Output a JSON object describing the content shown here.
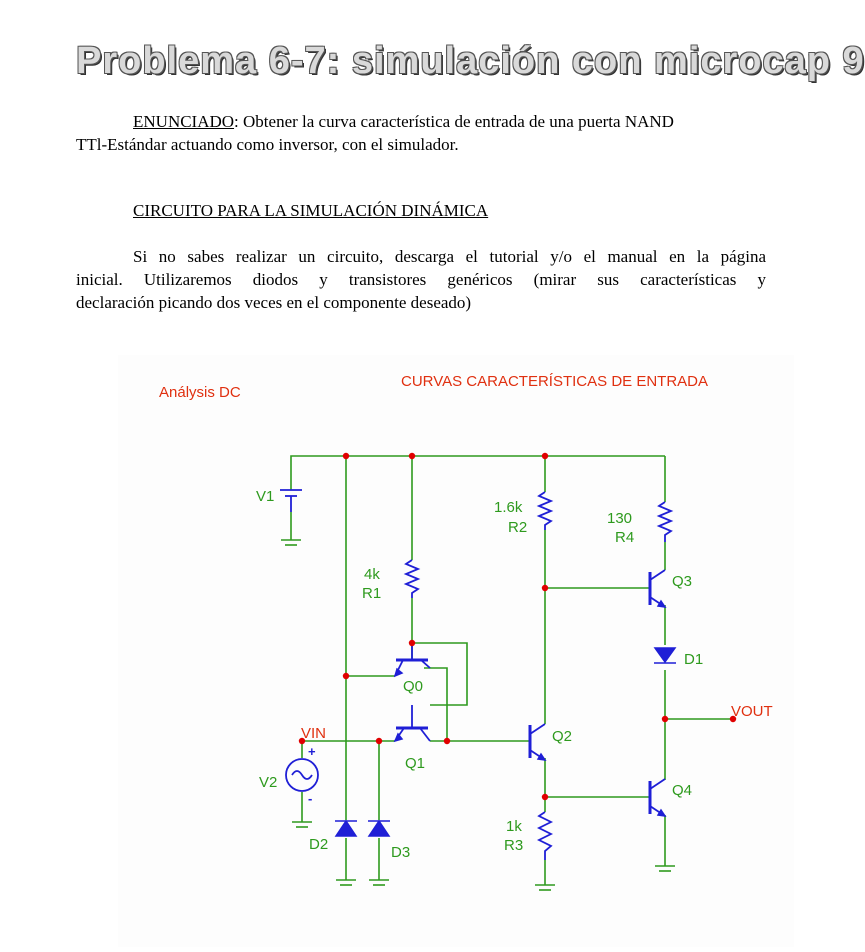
{
  "title": "Problema 6-7: simulación con microcap 9",
  "enunciado": {
    "label": "ENUNCIADO",
    "text": ": Obtener la curva característica de entrada de una puerta NAND",
    "text2": "TTl-Estándar  actuando como inversor, con el simulador."
  },
  "section_heading": "CIRCUITO PARA LA SIMULACIÓN DINÁMICA",
  "intro": {
    "line1": "Si no sabes realizar un circuito, descarga el tutorial y/o el manual en la página",
    "line2": "inicial. Utilizaremos diodos y transistores genéricos (mirar sus características y",
    "line3": "declaración picando dos veces en el  componente deseado)"
  },
  "schematic": {
    "analysis_label": "Análysis DC",
    "curves_label": "CURVAS CARACTERÍSTICAS DE ENTRADA",
    "labels": {
      "v1": "V1",
      "v2": "V2",
      "r1_value": "4k",
      "r1": "R1",
      "r2_value": "1.6k",
      "r2": "R2",
      "r3_value": "1k",
      "r3": "R3",
      "r4_value": "130",
      "r4": "R4",
      "q0": "Q0",
      "q1": "Q1",
      "q2": "Q2",
      "q3": "Q3",
      "q4": "Q4",
      "d1": "D1",
      "d2": "D2",
      "d3": "D3",
      "vin": "VIN",
      "vout": "VOUT",
      "plus": "+",
      "minus": "-"
    },
    "colors": {
      "wire": "#2e9a1e",
      "component": "#1f1fd6",
      "node": "#e00000",
      "label": "#2e9a1e",
      "heading": "#e03010"
    }
  }
}
